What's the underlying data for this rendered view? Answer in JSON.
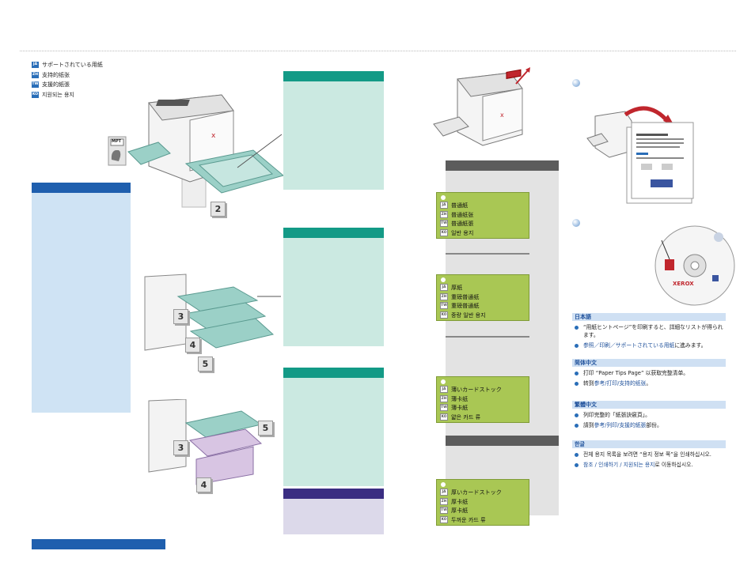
{
  "languages": [
    {
      "code": "JA",
      "label": "サポートされている用紙"
    },
    {
      "code": "ZH",
      "label": "支持的纸张"
    },
    {
      "code": "TW",
      "label": "支援的紙張"
    },
    {
      "code": "KO",
      "label": "지원되는 용지"
    }
  ],
  "callouts": {
    "tray_numbers": [
      "2",
      "3",
      "4",
      "5",
      "3",
      "5",
      "4"
    ],
    "mpt_label": "MPT",
    "cd_brand": "XEROX"
  },
  "paper_types": {
    "plain": [
      {
        "code": "JA",
        "label": "普通紙"
      },
      {
        "code": "ZH",
        "label": "普通纸张"
      },
      {
        "code": "TW",
        "label": "普通紙張"
      },
      {
        "code": "KO",
        "label": "일반 용지"
      }
    ],
    "heavy_plain": [
      {
        "code": "JA",
        "label": "厚紙"
      },
      {
        "code": "ZH",
        "label": "重磅普通纸"
      },
      {
        "code": "TW",
        "label": "重磅普通紙"
      },
      {
        "code": "KO",
        "label": "중량 일반 용지"
      }
    ],
    "thin_cardstock": [
      {
        "code": "JA",
        "label": "薄いカードストック"
      },
      {
        "code": "ZH",
        "label": "薄卡纸"
      },
      {
        "code": "TW",
        "label": "薄卡紙"
      },
      {
        "code": "KO",
        "label": "얇은 카드 류"
      }
    ],
    "thick_cardstock": [
      {
        "code": "JA",
        "label": "厚いカードストック"
      },
      {
        "code": "ZH",
        "label": "厚卡纸"
      },
      {
        "code": "TW",
        "label": "厚卡紙"
      },
      {
        "code": "KO",
        "label": "두꺼운 카드 류"
      }
    ]
  },
  "instructions": [
    {
      "title": "日本語",
      "items": [
        {
          "text": "“用紙ヒントページ”を印刷すると、詳細なリストが得られます。",
          "link": ""
        },
        {
          "text": "",
          "link": "参照／印刷／サポートされている用紙",
          "suffix": "に進みます。"
        }
      ]
    },
    {
      "title": "简体中文",
      "items": [
        {
          "text": "打印 “Paper Tips Page” 以获取完整清单。",
          "link": ""
        },
        {
          "text": "转到",
          "link": "参考/打印/支持的纸张",
          "suffix": "。"
        }
      ]
    },
    {
      "title": "繁體中文",
      "items": [
        {
          "text": "列印完整的「紙張訣竅頁」。",
          "link": ""
        },
        {
          "text": "請到",
          "link": "參考/列印/支援的紙張",
          "suffix": "部份。"
        }
      ]
    },
    {
      "title": "한글",
      "items": [
        {
          "text": "전체 용지 목록을 보려면 “용지 정보 쪽”을 인쇄하십시오.",
          "link": ""
        },
        {
          "text": "",
          "link": "참조 / 인쇄하기 / 지원되는 용지",
          "suffix": "로 이동하십시오."
        }
      ]
    }
  ],
  "colors": {
    "blue": "#1f5fae",
    "teal": "#139a86",
    "green": "#a9c754",
    "purple": "#3a2d82",
    "gray": "#5c5c5c"
  }
}
